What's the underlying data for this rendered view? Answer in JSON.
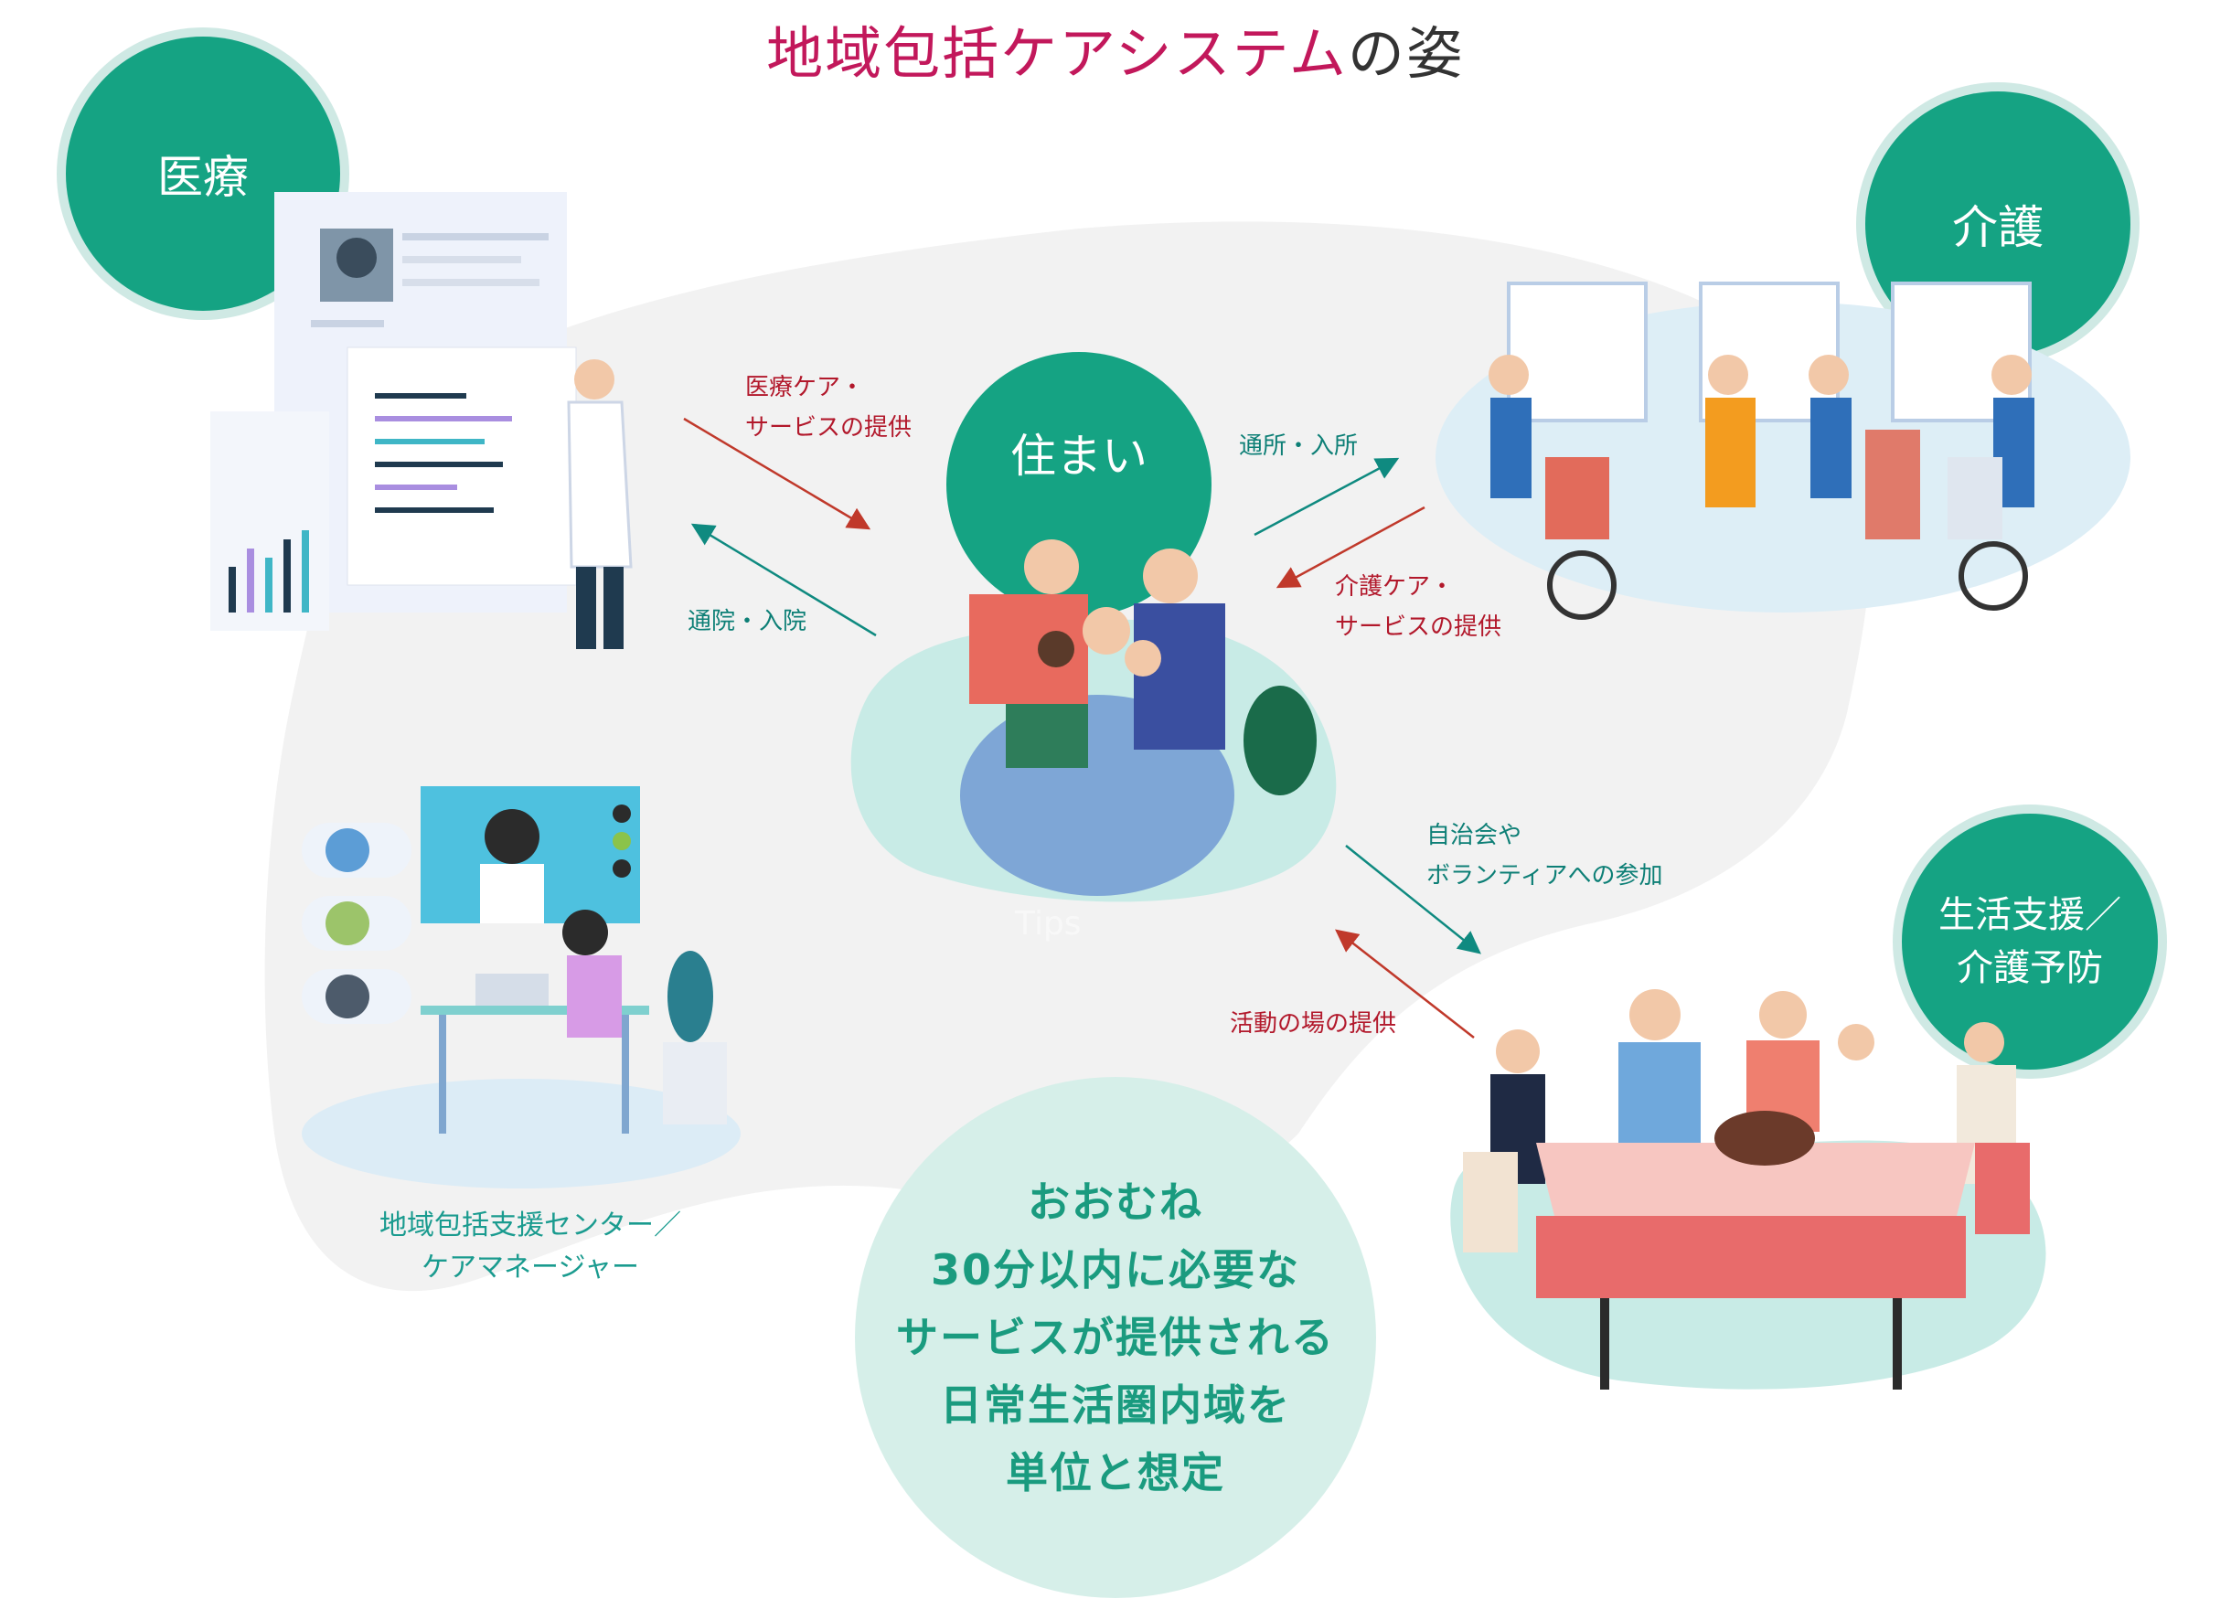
{
  "title": {
    "highlight": "地域包括ケアシステム",
    "rest": "の姿"
  },
  "nodes": {
    "medical": "医療",
    "care": "介護",
    "home": "住まい",
    "life_line1": "生活支援／",
    "life_line2": "介護予防"
  },
  "arrows": {
    "medical_care_line1": "医療ケア・",
    "medical_care_line2": "サービスの提供",
    "hospital_visit": "通院・入院",
    "daycare": "通所・入所",
    "nursing_line1": "介護ケア・",
    "nursing_line2": "サービスの提供",
    "community_line1": "自治会や",
    "community_line2": "ボランティアへの参加",
    "activity_place": "活動の場の提供"
  },
  "center_caption": {
    "line1": "地域包括支援センター／",
    "line2": "ケアマネージャー"
  },
  "summary": [
    "おおむね",
    "30分以内に必要な",
    "サービスが提供される",
    "日常生活圏内域を",
    "単位と想定"
  ],
  "watermark": "Tips",
  "colors": {
    "teal": "#12a085",
    "title_accent": "#c2185b",
    "red_arrow": "#c0392b",
    "teal_arrow": "#0f8a80"
  }
}
